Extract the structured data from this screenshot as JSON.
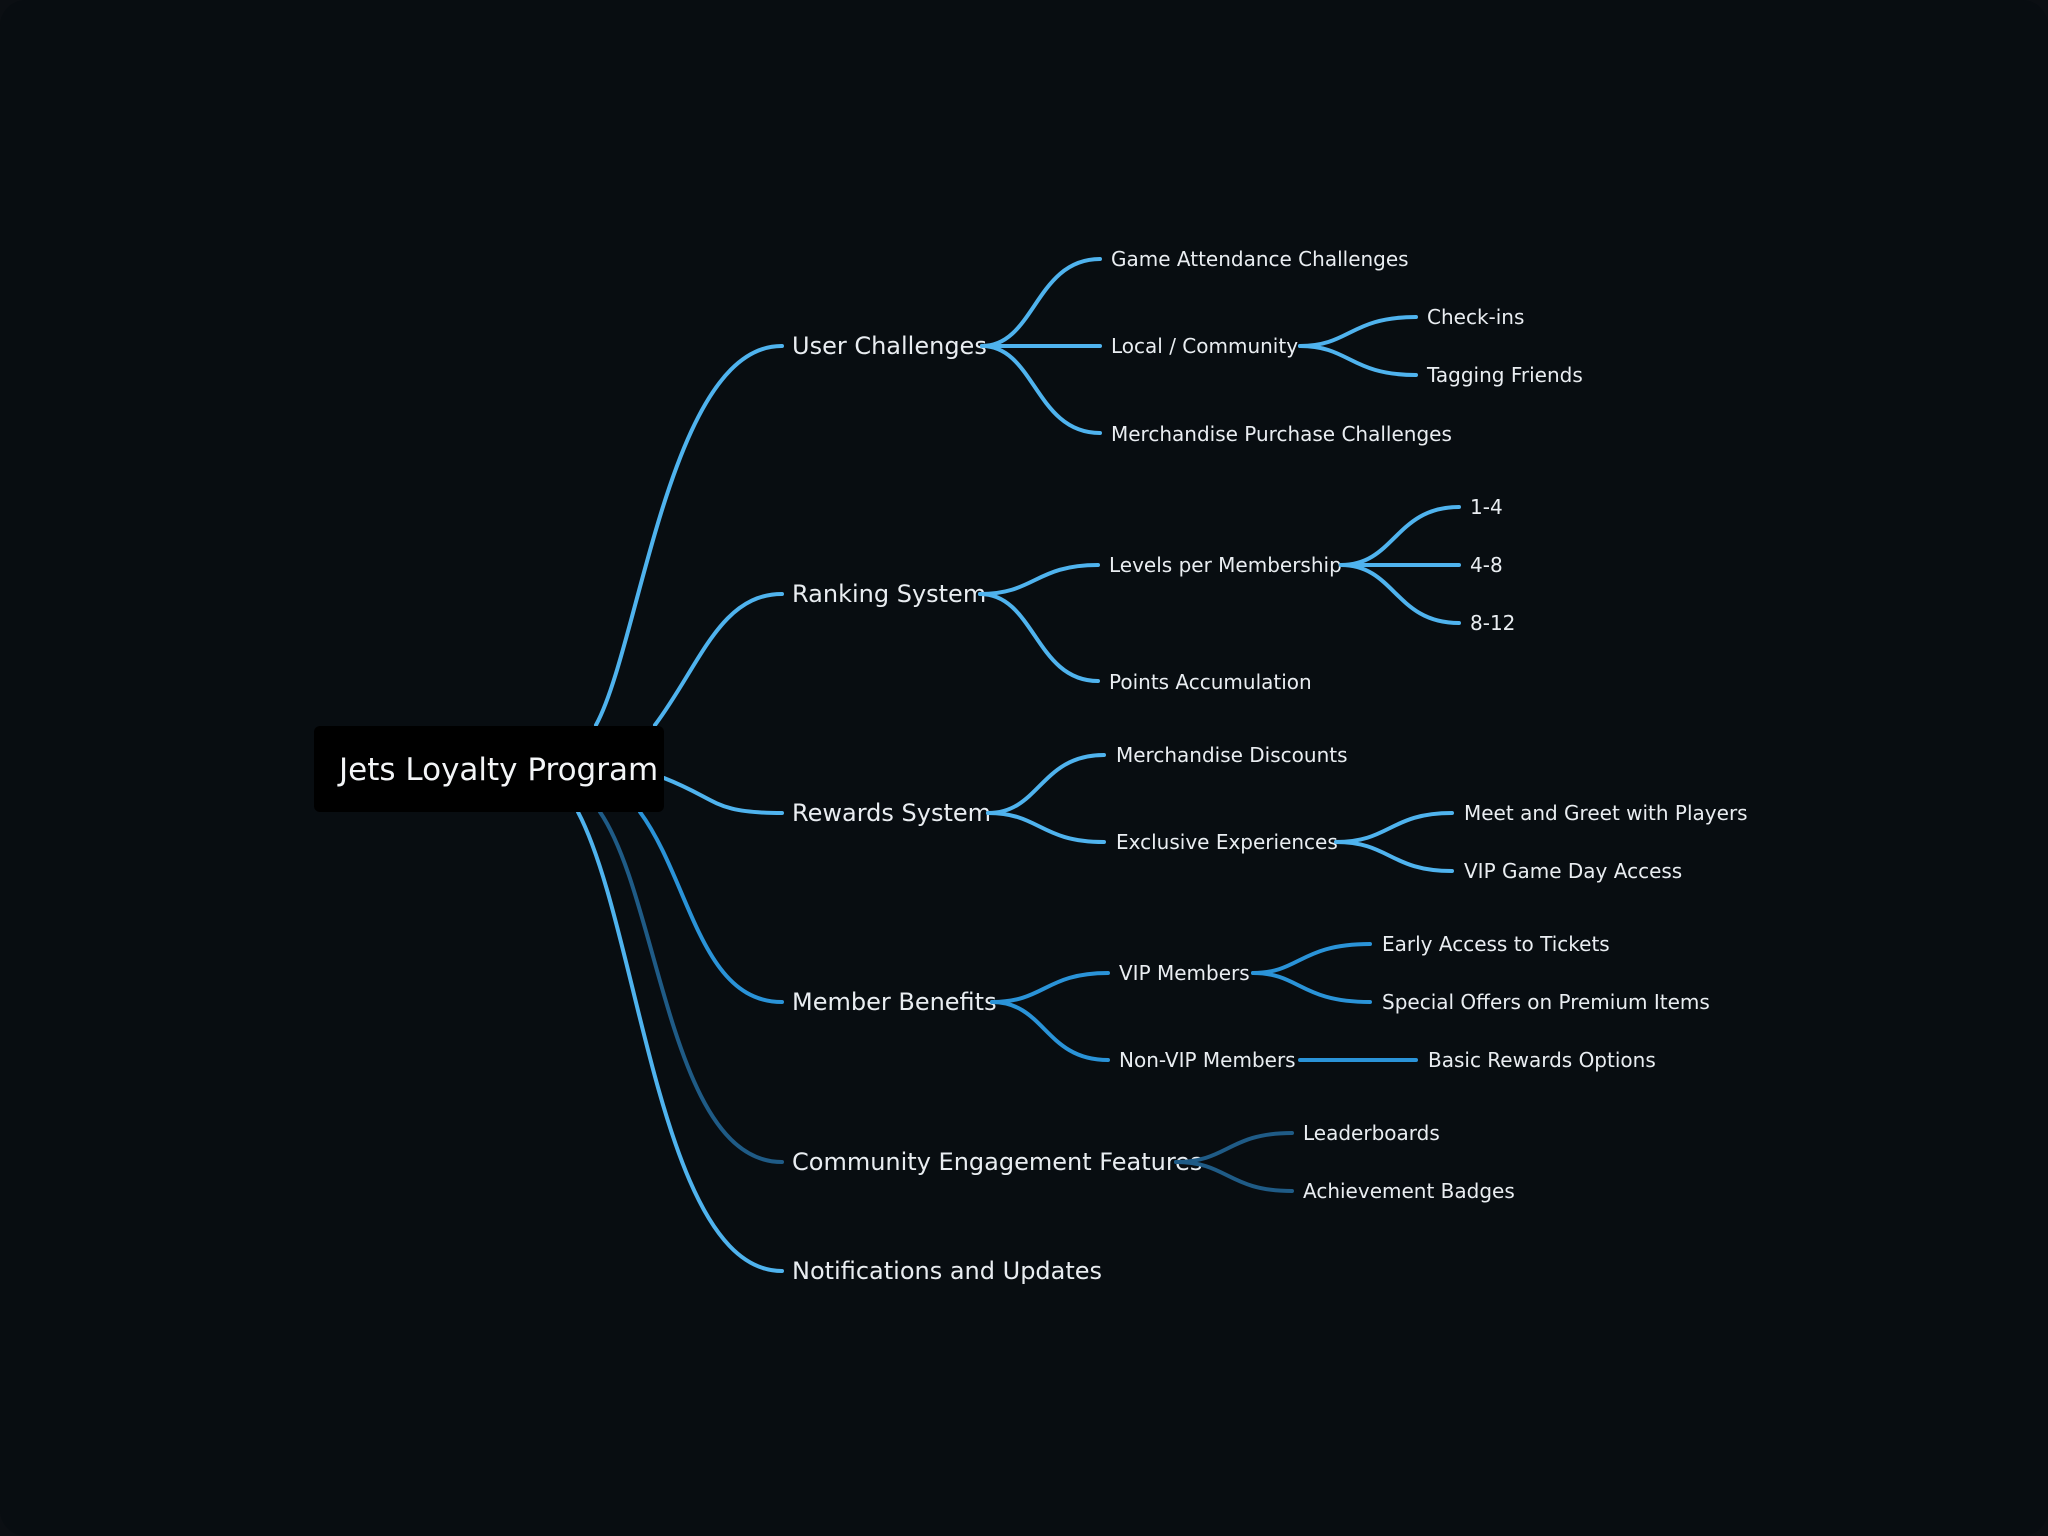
{
  "colors": {
    "background": "#080d11",
    "link_light": "#4fb3ee",
    "link_mid": "#2a93d8",
    "link_dark": "#1f5b86",
    "text": "#e9edf1",
    "root_box": "#000000"
  },
  "mindmap": {
    "root": "Jets Loyalty Program",
    "branches": [
      {
        "label": "User Challenges",
        "children": [
          {
            "label": "Game Attendance Challenges"
          },
          {
            "label": "Local / Community",
            "children": [
              {
                "label": "Check-ins"
              },
              {
                "label": "Tagging Friends"
              }
            ]
          },
          {
            "label": "Merchandise Purchase Challenges"
          }
        ]
      },
      {
        "label": "Ranking System",
        "children": [
          {
            "label": "Levels per Membership",
            "children": [
              {
                "label": "1-4"
              },
              {
                "label": "4-8"
              },
              {
                "label": "8-12"
              }
            ]
          },
          {
            "label": "Points Accumulation"
          }
        ]
      },
      {
        "label": "Rewards System",
        "children": [
          {
            "label": "Merchandise Discounts"
          },
          {
            "label": "Exclusive Experiences",
            "children": [
              {
                "label": "Meet and Greet with Players"
              },
              {
                "label": "VIP Game Day Access"
              }
            ]
          }
        ]
      },
      {
        "label": "Member Benefits",
        "children": [
          {
            "label": "VIP Members",
            "children": [
              {
                "label": "Early Access to Tickets"
              },
              {
                "label": "Special Offers on Premium Items"
              }
            ]
          },
          {
            "label": "Non-VIP Members",
            "children": [
              {
                "label": "Basic Rewards Options"
              }
            ]
          }
        ]
      },
      {
        "label": "Community Engagement Features",
        "children": [
          {
            "label": "Leaderboards"
          },
          {
            "label": "Achievement Badges"
          }
        ]
      },
      {
        "label": "Notifications and Updates"
      }
    ]
  }
}
